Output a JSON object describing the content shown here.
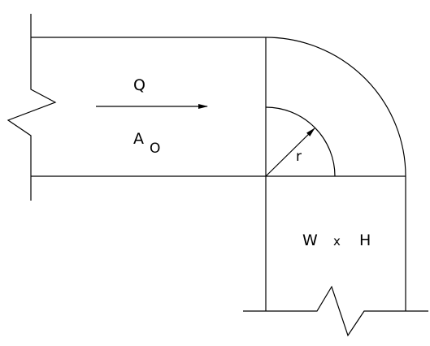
{
  "labels": {
    "flow": "Q",
    "area": "A",
    "area_subscript": "O",
    "radius": "r",
    "width": "W",
    "times": "x",
    "height": "H"
  },
  "colors": {
    "line": "#000000",
    "background": "#ffffff"
  }
}
